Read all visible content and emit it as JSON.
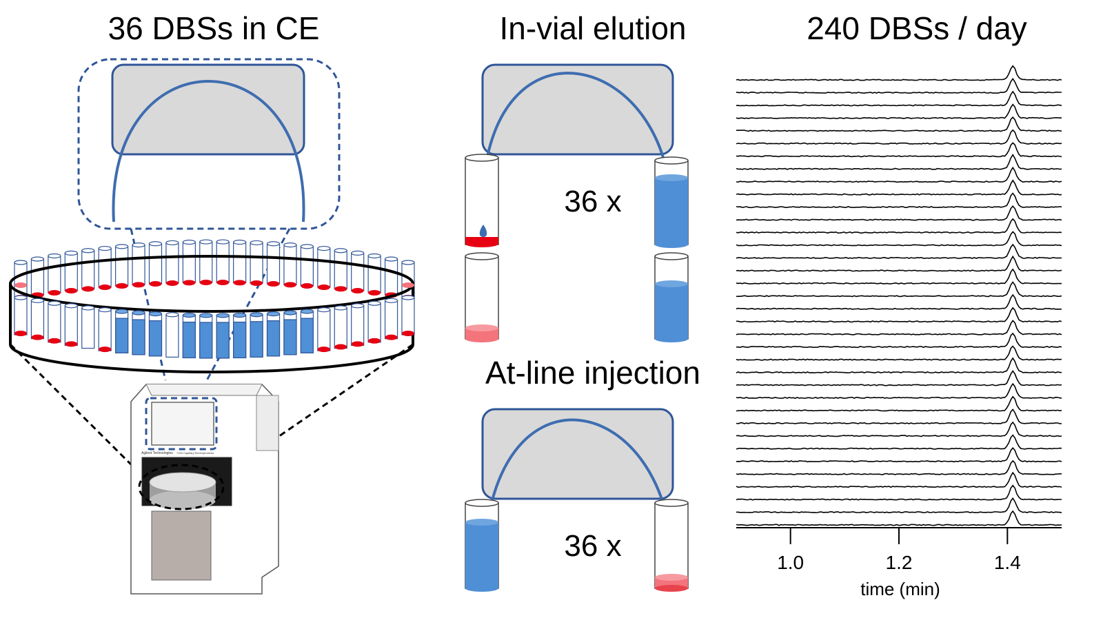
{
  "panels": {
    "left_title": "36 DBSs in CE",
    "middle_title_top": "In-vial elution",
    "middle_title_bottom": "At-line injection",
    "right_title": "240 DBSs / day",
    "multiplier_top": "36 x",
    "multiplier_bottom": "36 x"
  },
  "instrument": {
    "brand_text": "Agilent Technologies",
    "model_text": "7100 Capillary Electrophoresis"
  },
  "colors": {
    "capillary": "#3e6db0",
    "cassette": "#d9d9d9",
    "cassette_border": "#2f5597",
    "buffer": "#4f8fd6",
    "blood_spot": "#e60012",
    "eluate": "#f4747c"
  },
  "chart_data": {
    "type": "line",
    "title": "240 DBSs / day",
    "xlabel": "time (min)",
    "ylabel": "",
    "xlim": [
      0.9,
      1.5
    ],
    "xticks": [
      1.0,
      1.2,
      1.4
    ],
    "xtick_labels": [
      "1.0",
      "1.2",
      "1.4"
    ],
    "trace_count": 36,
    "peak_time": 1.41,
    "peak_width": 0.008,
    "peak_height": 1.0,
    "traces_stacked": true
  }
}
